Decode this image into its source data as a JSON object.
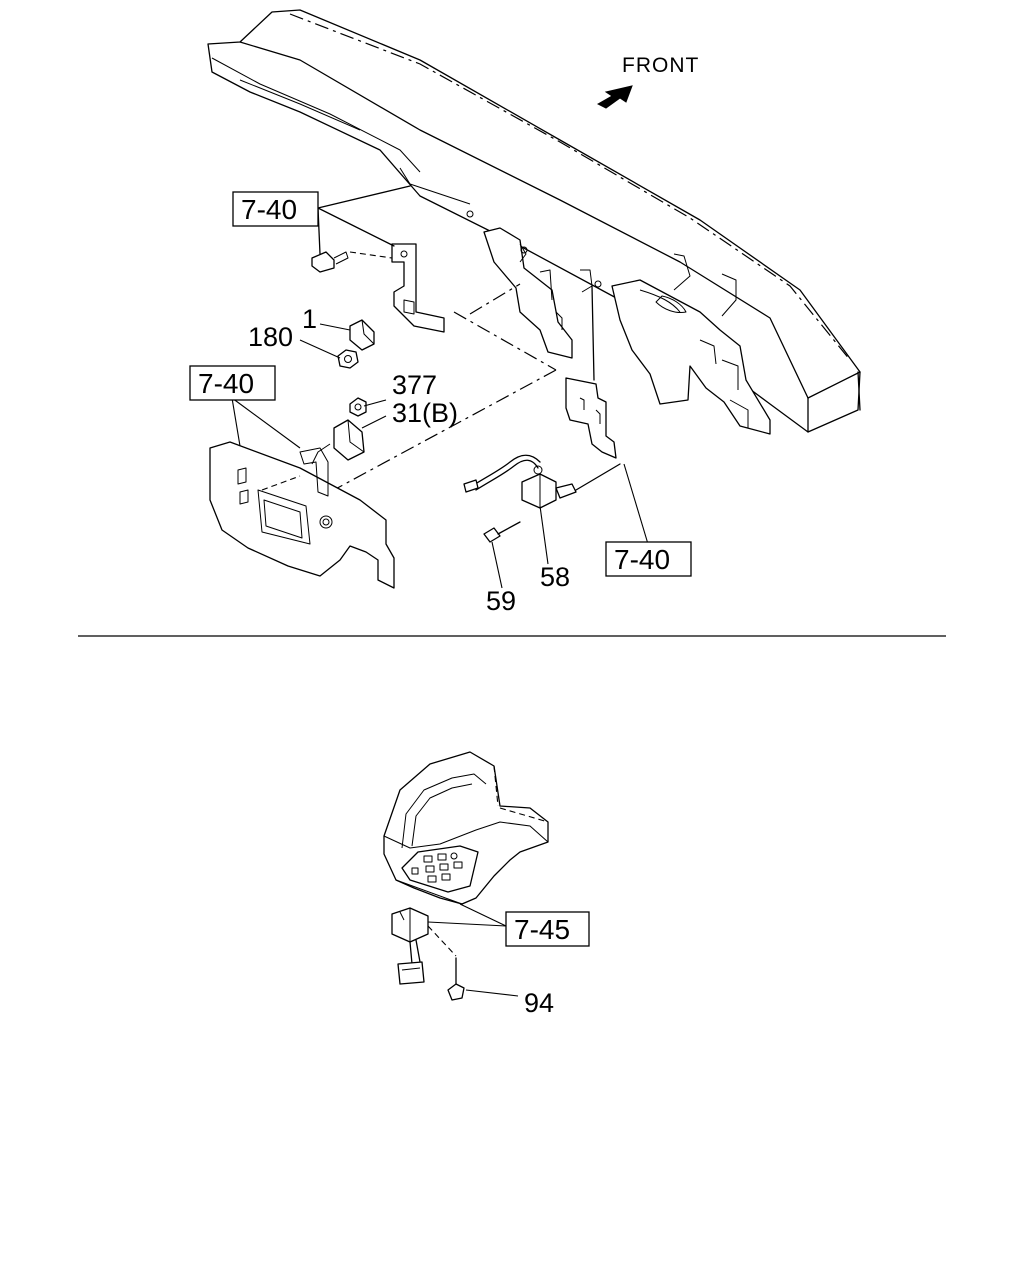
{
  "direction": {
    "label": "FRONT"
  },
  "top_view": {
    "refs": [
      {
        "id": "ref-7-40-a",
        "text": "7-40"
      },
      {
        "id": "ref-7-40-b",
        "text": "7-40"
      },
      {
        "id": "ref-7-40-c",
        "text": "7-40"
      }
    ],
    "parts": [
      {
        "id": "part-1",
        "text": "1"
      },
      {
        "id": "part-180",
        "text": "180"
      },
      {
        "id": "part-377",
        "text": "377"
      },
      {
        "id": "part-31b",
        "text": "31(B)"
      },
      {
        "id": "part-58",
        "text": "58"
      },
      {
        "id": "part-59",
        "text": "59"
      }
    ]
  },
  "bottom_view": {
    "refs": [
      {
        "id": "ref-7-45",
        "text": "7-45"
      }
    ],
    "parts": [
      {
        "id": "part-94",
        "text": "94"
      }
    ]
  }
}
